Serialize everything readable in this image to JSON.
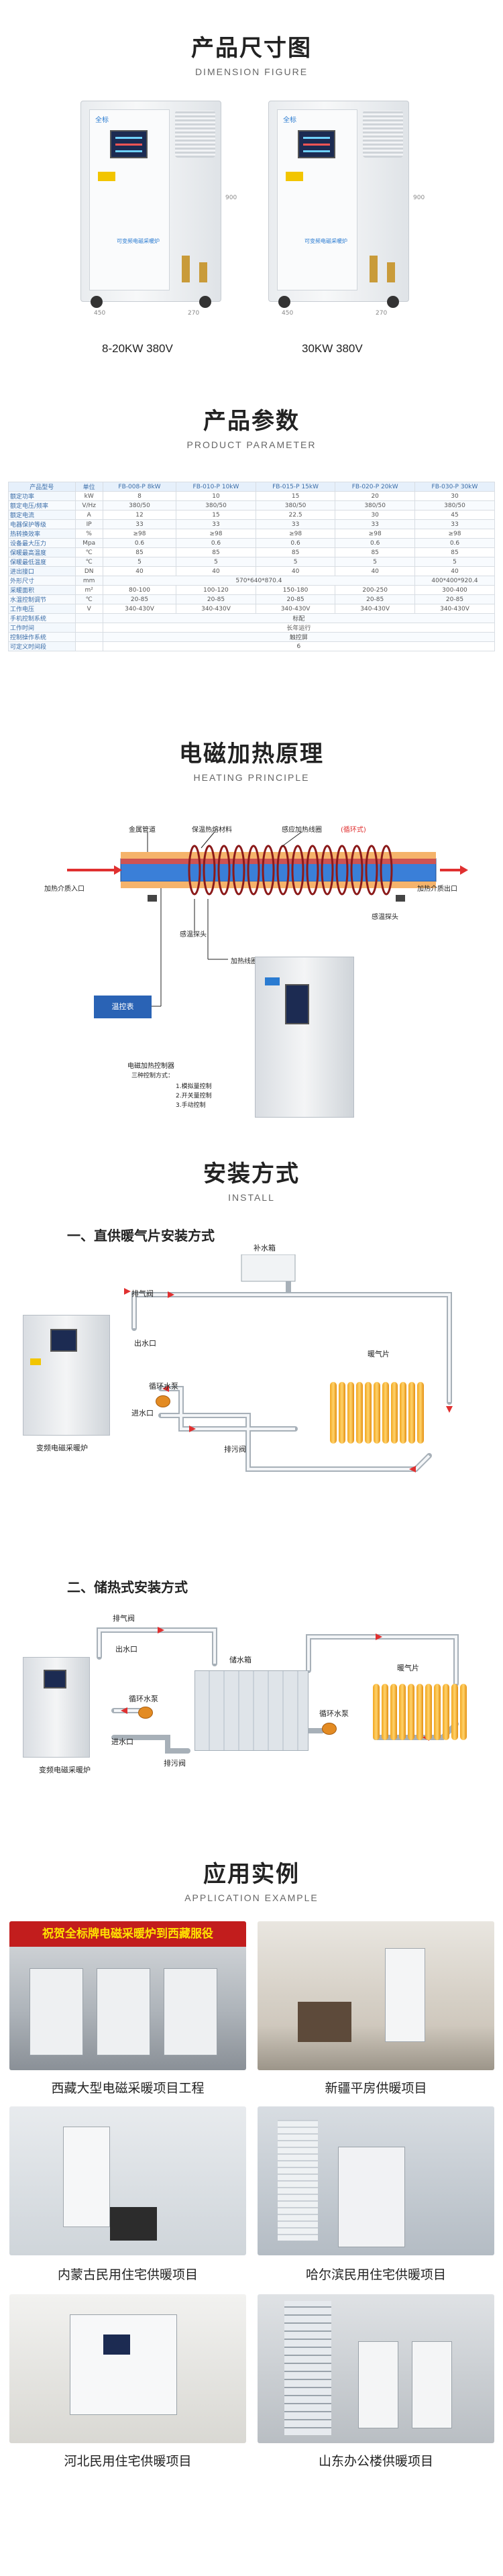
{
  "dimension": {
    "title_zh": "产品尺寸图",
    "title_en": "DIMENSION FIGURE",
    "logo": "全标",
    "front_label": "可变频电磁采暖炉",
    "models": [
      {
        "label": "8-20KW 380V",
        "height": "900",
        "width": "450",
        "depth": "270"
      },
      {
        "label": "30KW 380V",
        "height": "900",
        "width": "450",
        "depth": "270"
      }
    ]
  },
  "params": {
    "title_zh": "产品参数",
    "title_en": "PRODUCT PARAMETER",
    "columns": [
      "产品型号",
      "单位",
      "FB-008-P 8kW",
      "FB-010-P 10kW",
      "FB-015-P 15kW",
      "FB-020-P 20kW",
      "FB-030-P 30kW"
    ],
    "rows": [
      [
        "额定功率",
        "kW",
        "8",
        "10",
        "15",
        "20",
        "30"
      ],
      [
        "额定电压/频率",
        "V/Hz",
        "380/50",
        "380/50",
        "380/50",
        "380/50",
        "380/50"
      ],
      [
        "额定电流",
        "A",
        "12",
        "15",
        "22.5",
        "30",
        "45"
      ],
      [
        "电器保护等级",
        "IP",
        "33",
        "33",
        "33",
        "33",
        "33"
      ],
      [
        "热转换效率",
        "%",
        "≥98",
        "≥98",
        "≥98",
        "≥98",
        "≥98"
      ],
      [
        "设备最大压力",
        "Mpa",
        "0.6",
        "0.6",
        "0.6",
        "0.6",
        "0.6"
      ],
      [
        "保暖最高温度",
        "℃",
        "85",
        "85",
        "85",
        "85",
        "85"
      ],
      [
        "保暖最低温度",
        "℃",
        "5",
        "5",
        "5",
        "5",
        "5"
      ],
      [
        "进出接口",
        "DN",
        "40",
        "40",
        "40",
        "40",
        "40"
      ]
    ],
    "size_row": {
      "label": "外形尺寸",
      "unit": "mm",
      "main": "570*640*870.4",
      "last": "400*400*920.4"
    },
    "extra_rows": [
      [
        "采暖面积",
        "m²",
        "80-100",
        "100-120",
        "150-180",
        "200-250",
        "300-400"
      ],
      [
        "水温控制调节",
        "℃",
        "20-85",
        "20-85",
        "20-85",
        "20-85",
        "20-85"
      ],
      [
        "工作电压",
        "V",
        "340-430V",
        "340-430V",
        "340-430V",
        "340-430V",
        "340-430V"
      ]
    ],
    "span_rows": [
      {
        "label": "手机控制系统",
        "value": "标配"
      },
      {
        "label": "工作时间",
        "value": "长年运行"
      },
      {
        "label": "控制操作系统",
        "value": "触控屏"
      },
      {
        "label": "可定义时间段",
        "value": "6"
      }
    ]
  },
  "principle": {
    "title_zh": "电磁加热原理",
    "title_en": "HEATING PRINCIPLE",
    "labels": {
      "metal_pipe": "金属管道",
      "insulation": "保温热熔材料",
      "coil": "感应加热线圈",
      "coil_note": "(循环式)",
      "inlet": "加热介质入口",
      "outlet": "加热介质出口",
      "probe_left": "感温探头",
      "probe_right": "感温探头",
      "wire": "加热线圈接长线",
      "monitor": "温控表",
      "controller_title": "电磁加热控制器",
      "controller_modes": "三种控制方式：",
      "mode1": "1.模拟量控制",
      "mode2": "2.开关量控制",
      "mode3": "3.手动控制"
    }
  },
  "install": {
    "title_zh": "安装方式",
    "title_en": "INSTALL",
    "direct": {
      "heading": "一、直供暖气片安装方式",
      "makeup_tank": "补水箱",
      "vent": "排气阀",
      "outlet": "出水口",
      "inlet": "进水口",
      "pump": "循环水泵",
      "drain": "排污阀",
      "radiator": "暖气片",
      "boiler": "变频电磁采暖炉"
    },
    "storage": {
      "heading": "二、储热式安装方式",
      "vent": "排气阀",
      "outlet": "出水口",
      "pump_left": "循环水泵",
      "inlet": "进水口",
      "drain": "排污阀",
      "tank": "储水箱",
      "pump_right": "循环水泵",
      "radiator": "暖气片",
      "boiler": "变频电磁采暖炉"
    }
  },
  "cases": {
    "title_zh": "应用实例",
    "title_en": "APPLICATION EXAMPLE",
    "banner": "祝贺全标牌电磁采暖炉到西藏服役",
    "items": [
      {
        "caption": "西藏大型电磁采暖项目工程"
      },
      {
        "caption": "新疆平房供暖项目"
      },
      {
        "caption": "内蒙古民用住宅供暖项目"
      },
      {
        "caption": "哈尔滨民用住宅供暖项目"
      },
      {
        "caption": "河北民用住宅供暖项目"
      },
      {
        "caption": "山东办公楼供暖项目"
      }
    ]
  },
  "colors": {
    "accent": "#f08c1e",
    "blue": "#2a63b5",
    "red": "#e03030"
  }
}
